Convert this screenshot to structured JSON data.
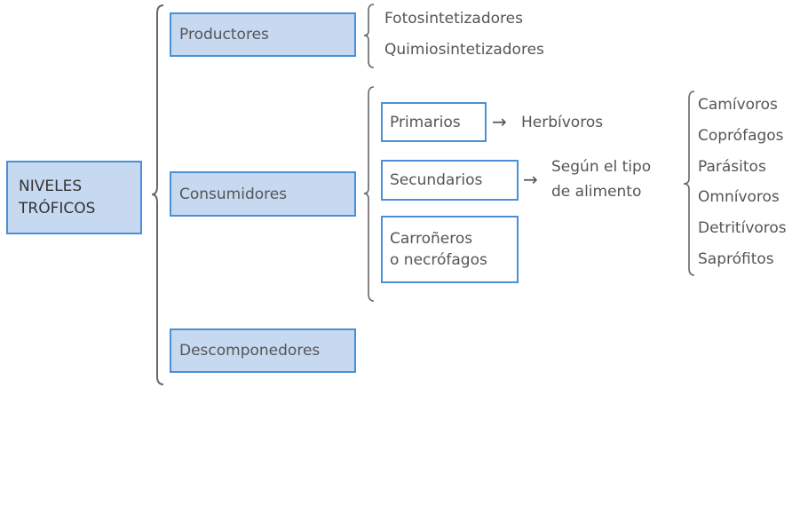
{
  "root": {
    "line1": "NIVELES",
    "line2": "TRÓFICOS"
  },
  "levels": {
    "producers": "Productores",
    "consumers": "Consumidores",
    "decomposers": "Descomponedores"
  },
  "producer_types": [
    "Fotosintetizadores",
    "Quimiosintetizadores"
  ],
  "consumer_types": {
    "primary": "Primarios",
    "secondary": "Secundarios",
    "scavengers_line1": "Carroñeros",
    "scavengers_line2": "o necrófagos"
  },
  "arrow_symbol": "→",
  "primary_result": "Herbívoros",
  "secondary_result": {
    "line1": "Según el tipo",
    "line2": "de alimento"
  },
  "food_types": [
    "Camívoros",
    "Coprófagos",
    "Parásitos",
    "Omnívoros",
    "Detritívoros",
    "Saprófitos"
  ],
  "colors": {
    "box_fill": "#c6d9f1",
    "box_border": "#4a90d6",
    "text": "#555555"
  }
}
